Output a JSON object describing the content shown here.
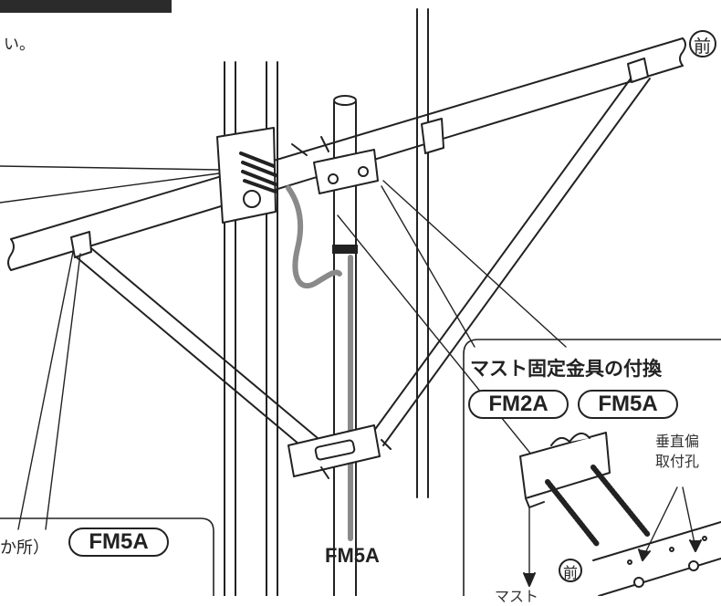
{
  "header_fragment": "い。",
  "front_label": "前",
  "callout": {
    "title": "マスト固定金具の付換",
    "badge_left": "FM2A",
    "badge_right": "FM5A",
    "note_line1": "垂直偏",
    "note_line2": "取付孔",
    "front_label": "前",
    "mast_fragment": "マスト"
  },
  "left_box": {
    "text_fragment": "か所）",
    "badge": "FM5A"
  },
  "model_label": "FM5A",
  "colors": {
    "line": "#222222",
    "cable": "#8a8a8a",
    "header_bar": "#2b2b2b"
  }
}
